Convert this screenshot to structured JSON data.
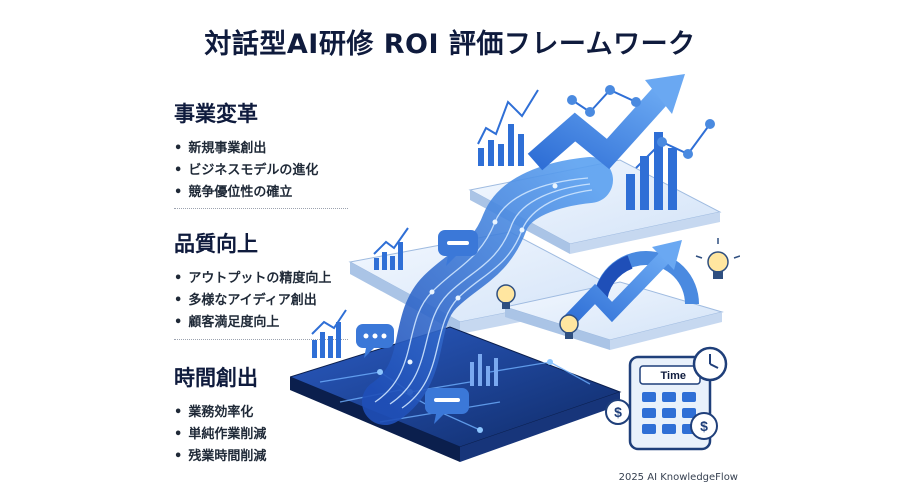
{
  "title": "対話型AI研修 ROI 評価フレームワーク",
  "sections": [
    {
      "heading": "事業変革",
      "items": [
        "新規事業創出",
        "ビジネスモデルの進化",
        "競争優位性の確立"
      ]
    },
    {
      "heading": "品質向上",
      "items": [
        "アウトプットの精度向上",
        "多様なアイディア創出",
        "顧客満足度向上"
      ]
    },
    {
      "heading": "時間創出",
      "items": [
        "業務効率化",
        "単純作業削減",
        "残業時間削減"
      ]
    }
  ],
  "calculator_label": "Time",
  "credit": "2025 AI KnowledgeFlow",
  "colors": {
    "accent": "#2f6fd6",
    "navy": "#0f1b3d",
    "light": "#dbe8f8",
    "dark_base": "#16306a"
  }
}
